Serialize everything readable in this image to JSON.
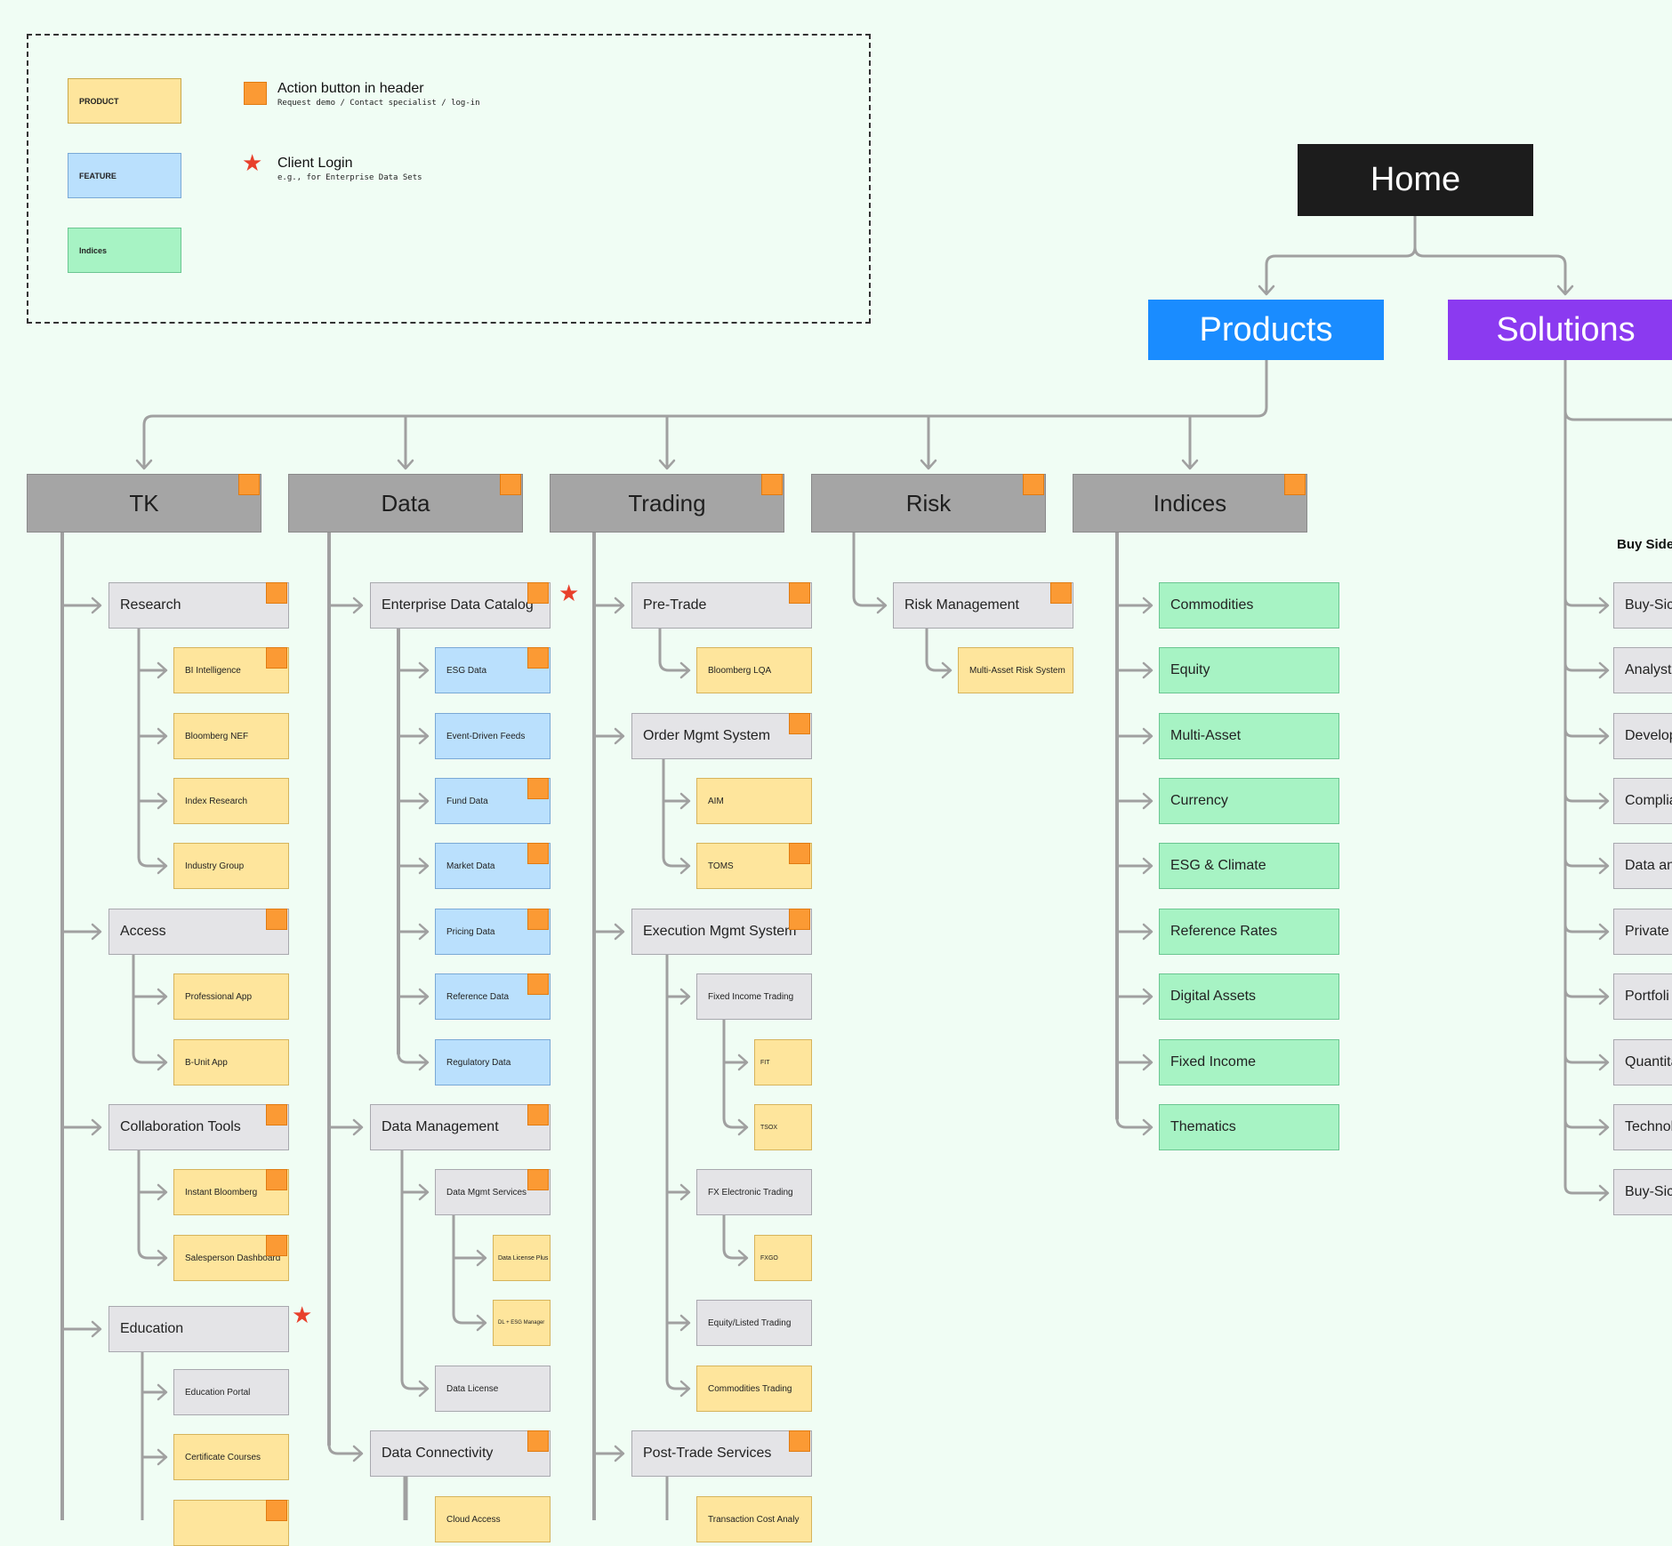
{
  "colors": {
    "product": "#fee59c",
    "feature": "#bae0fd",
    "index": "#a7f3c4",
    "action": "#fb9a34",
    "star": "#e8402b",
    "home": "#1c1c1c",
    "products": "#1a8cff",
    "solutions": "#8b3af0",
    "category": "#a5a5a5",
    "line": "#a0a0a0"
  },
  "legend": {
    "product": "PRODUCT",
    "feature": "FEATURE",
    "indices": "Indices",
    "action_title": "Action button in header",
    "action_sub": "Request demo / Contact specialist / log-in",
    "login_title": "Client Login",
    "login_sub": "e.g., for Enterprise Data Sets"
  },
  "home": "Home",
  "products": "Products",
  "solutions": "Solutions",
  "categories": {
    "tk": "TK",
    "data": "Data",
    "trading": "Trading",
    "risk": "Risk",
    "indices": "Indices"
  },
  "tk": {
    "research": "Research",
    "bi": "BI Intelligence",
    "nef": "Bloomberg NEF",
    "index_research": "Index Research",
    "industry": "Industry Group",
    "access": "Access",
    "pro_app": "Professional App",
    "bunit": "B-Unit App",
    "collab": "Collaboration Tools",
    "ib": "Instant Bloomberg",
    "sales": "Salesperson Dashboard",
    "education": "Education",
    "edu_portal": "Education Portal",
    "cert": "Certificate Courses"
  },
  "data": {
    "edc": "Enterprise Data Catalog",
    "esg": "ESG Data",
    "event": "Event-Driven Feeds",
    "fund": "Fund Data",
    "market": "Market Data",
    "pricing": "Pricing Data",
    "reference": "Reference Data",
    "regulatory": "Regulatory Data",
    "mgmt": "Data Management",
    "mgmt_services": "Data Mgmt Services",
    "dl_plus": "Data License Plus",
    "dl_esg": "DL + ESG Manager",
    "dl": "Data License",
    "connectivity": "Data Connectivity",
    "cloud": "Cloud Access"
  },
  "trading": {
    "pretrade": "Pre-Trade",
    "lqa": "Bloomberg LQA",
    "oms": "Order Mgmt System",
    "aim": "AIM",
    "toms": "TOMS",
    "ems": "Execution Mgmt System",
    "fit_group": "Fixed Income Trading",
    "fit": "FIT",
    "tsox": "TSOX",
    "fx": "FX Electronic Trading",
    "fxgo": "FXGO",
    "equity": "Equity/Listed Trading",
    "commodities": "Commodities Trading",
    "post": "Post-Trade Services",
    "tca": "Transaction Cost Analy"
  },
  "risk": {
    "mgmt": "Risk Management",
    "mars": "Multi-Asset Risk System"
  },
  "indices": [
    "Commodities",
    "Equity",
    "Multi-Asset",
    "Currency",
    "ESG & Climate",
    "Reference Rates",
    "Digital Assets",
    "Fixed Income",
    "Thematics"
  ],
  "solutions_list": {
    "heading": "Buy Side",
    "items": [
      "Buy-Sic",
      "Analyst",
      "Develop",
      "Complia",
      "Data an",
      "Private",
      "Portfoli",
      "Quantita",
      "Technol",
      "Buy-Sic"
    ]
  }
}
